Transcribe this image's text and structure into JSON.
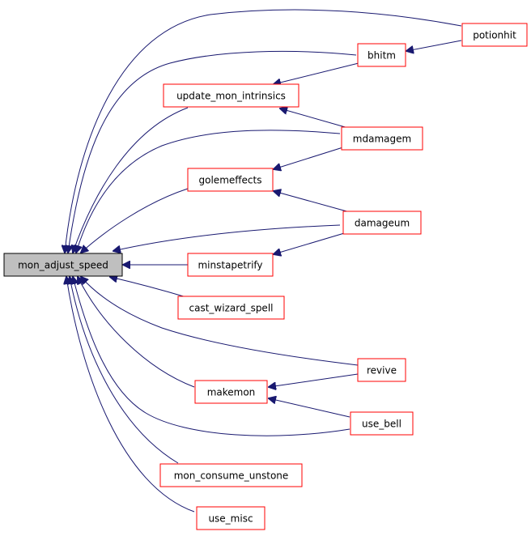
{
  "colors": {
    "edge": "#191970",
    "node_border": "#ff0000",
    "root_fill": "#bfbfbf",
    "root_border": "#000000"
  },
  "nodes": {
    "root": "mon_adjust_speed",
    "potionhit": "potionhit",
    "bhitm": "bhitm",
    "update_mon_intrinsics": "update_mon_intrinsics",
    "mdamagem": "mdamagem",
    "golemeffects": "golemeffects",
    "damageum": "damageum",
    "minstapetrify": "minstapetrify",
    "cast_wizard_spell": "cast_wizard_spell",
    "revive": "revive",
    "makemon": "makemon",
    "use_bell": "use_bell",
    "mon_consume_unstone": "mon_consume_unstone",
    "use_misc": "use_misc"
  }
}
